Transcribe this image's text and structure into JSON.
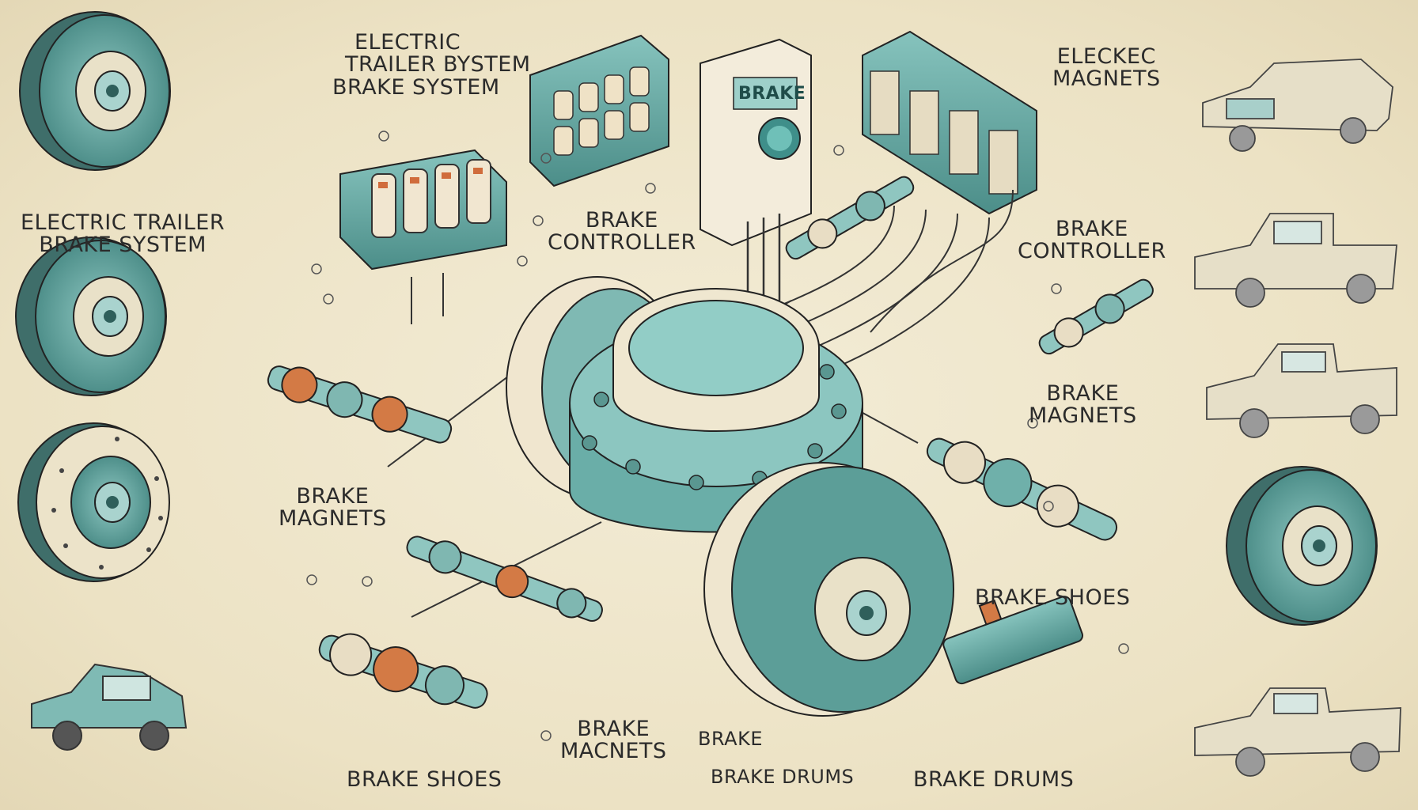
{
  "labels": {
    "top_title": [
      "ELECTRIC",
      "TRAILER BYSTEM",
      "BRAKE SYSTEM"
    ],
    "left_title": [
      "ELECTRIC TRAILER",
      "BRAKE SYSTEM"
    ],
    "top_right_magnets": [
      "ELECKEC",
      "MAGNETS"
    ],
    "brake_controller_center": [
      "BRAKE",
      "CONTROLLER"
    ],
    "brake_controller_right": [
      "BRAKE",
      "CONTROLLER"
    ],
    "brake_magnets_right": [
      "BRAKE",
      "MAGNETS"
    ],
    "brake_magnets_left": [
      "BRAKE",
      "MAGNETS"
    ],
    "brake_shoes_right": "BRAKE SHOES",
    "brake_magnets_bottom": [
      "BRAKE",
      "MACNETS"
    ],
    "brake_bottom": "BRAKE",
    "brake_drums_bottom_center": "BRAKE DRUMS",
    "brake_drums_bottom_right": "BRAKE DRUMS",
    "brake_shoes_bottom_left": "BRAKE SHOES",
    "controller_face": "BRAKE"
  },
  "colors": {
    "teal": "#6fb3ad",
    "teal_dark": "#3f7d7a",
    "paper": "#efe6cc",
    "ink": "#2b2b2b",
    "rust": "#c56a3a"
  },
  "icons": [
    "wheel-icon",
    "truck-icon",
    "brake-magnet-icon",
    "brake-controller-icon",
    "brake-drum-icon",
    "axle-icon"
  ]
}
